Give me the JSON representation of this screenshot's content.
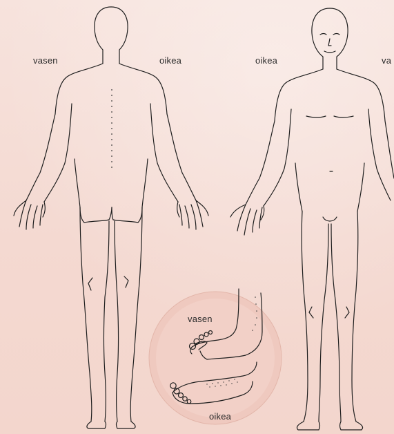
{
  "labels": {
    "back_left": "vasen",
    "back_right": "oikea",
    "front_right": "oikea",
    "front_left": "va",
    "foot_left": "vasen",
    "foot_right": "oikea"
  },
  "colors": {
    "background": "#f4d9d1",
    "outline": "#1e1e1e",
    "inset_circle": "#f1cfc6"
  }
}
